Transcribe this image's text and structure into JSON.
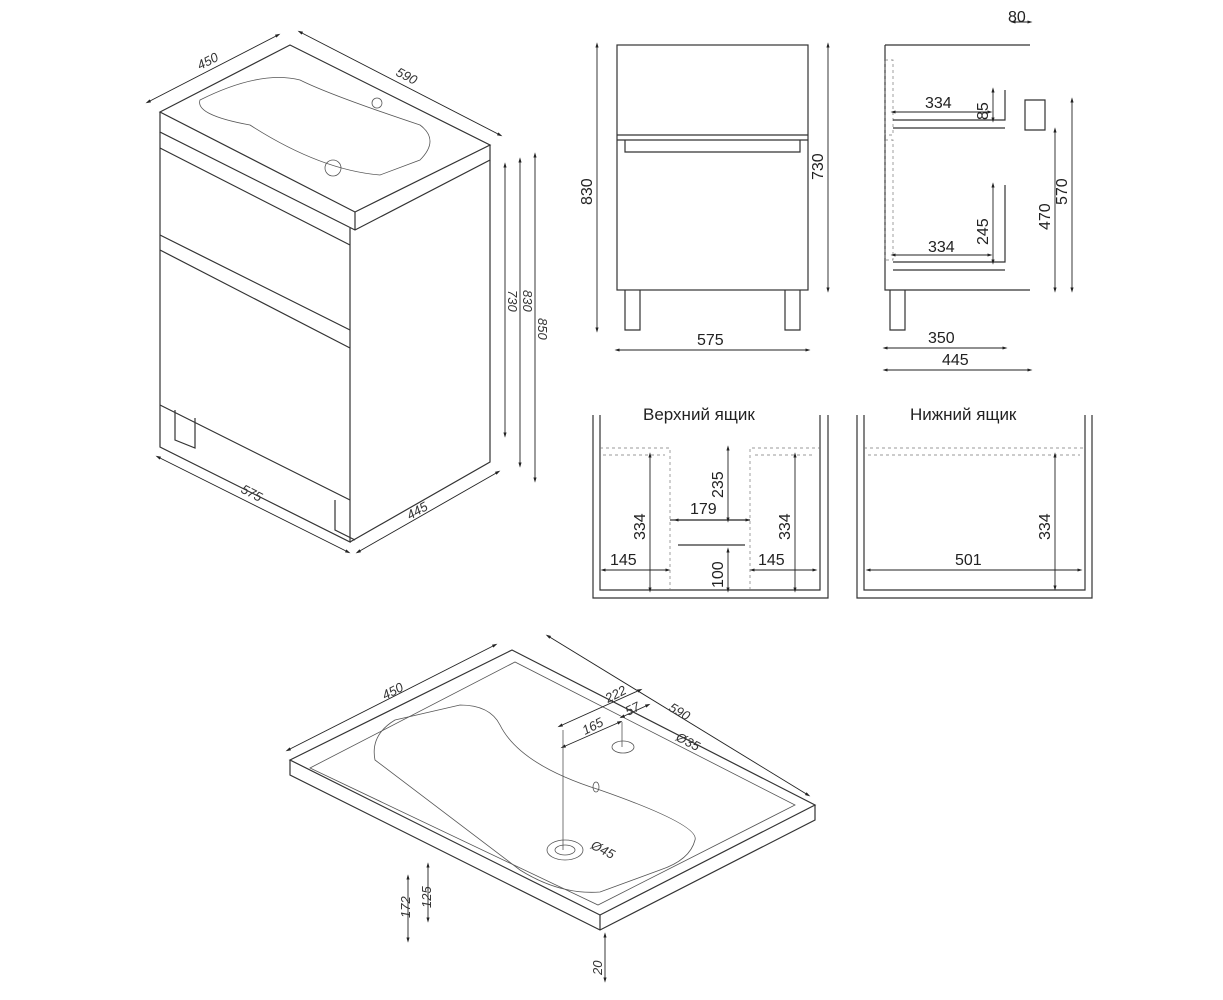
{
  "iso_view": {
    "depth": "450",
    "width": "590",
    "front_width": "575",
    "side_depth": "445",
    "h730": "730",
    "h830": "830",
    "h850": "850"
  },
  "front_view": {
    "h830": "830",
    "h730": "730",
    "width": "575"
  },
  "side_view": {
    "top": "80",
    "d334a": "334",
    "h85": "85",
    "d334b": "334",
    "h245": "245",
    "h470": "470",
    "h570": "570",
    "d350": "350",
    "d445": "445"
  },
  "upper_drawer": {
    "title": "Верхний ящик",
    "h235": "235",
    "w179": "179",
    "h334l": "334",
    "h334r": "334",
    "w145l": "145",
    "w145r": "145",
    "h100": "100"
  },
  "lower_drawer": {
    "title": "Нижний ящик",
    "h334": "334",
    "w501": "501"
  },
  "sink_view": {
    "depth": "450",
    "width": "590",
    "d222": "222",
    "d57": "57",
    "d165": "165",
    "tap_hole": "Ø35",
    "drain": "Ø45",
    "h172": "172",
    "h125": "125",
    "thickness": "20"
  }
}
